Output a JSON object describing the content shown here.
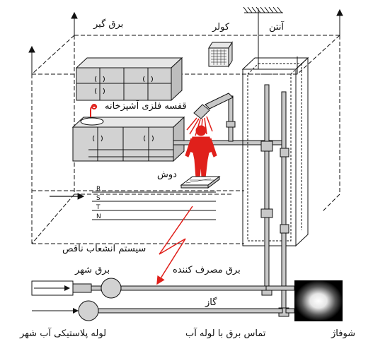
{
  "labels": {
    "lightning_rod": "برق گیر",
    "cooler": "کولر",
    "antenna": "آنتن",
    "kitchen_cabinet": "قفسه فلزی آشپزخانه",
    "shower": "دوش",
    "faulty_branch": "سیستم انشعاب ناقص",
    "consumer_power": "برق مصرف کننده",
    "city_power": "برق شهر",
    "gas": "گاز",
    "plastic_water_pipe": "لوله پلاستیکی آب شهر",
    "contact_power_water": "تماس برق با لوله آب",
    "fireplace": "شوفاژ"
  },
  "wires": [
    "R",
    "S",
    "T",
    "N"
  ],
  "colors": {
    "line": "#111111",
    "hazard_red": "#e0201b",
    "cabinet_fill": "#d2d2d2",
    "pipe_fill": "#c8c8c8"
  }
}
